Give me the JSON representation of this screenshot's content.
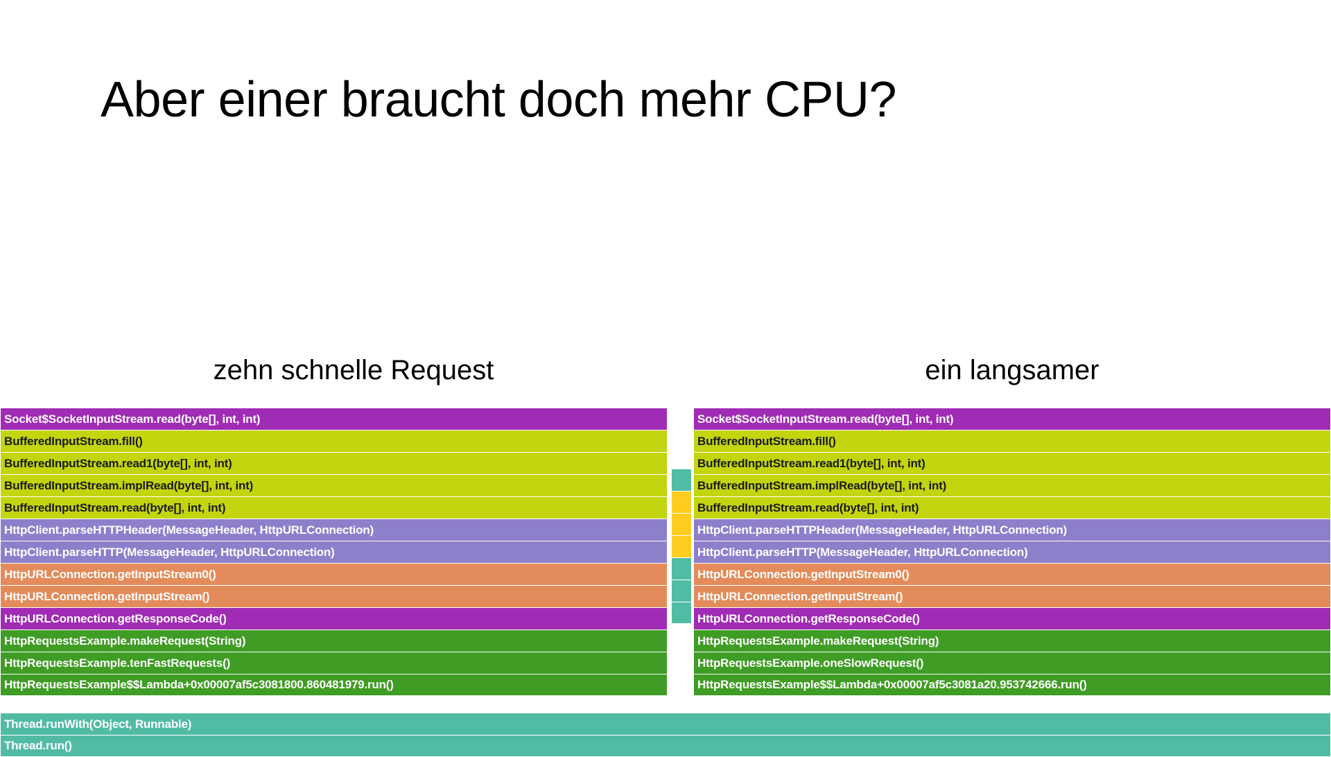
{
  "slide": {
    "title": "Aber einer braucht doch mehr CPU?",
    "caption_left": "zehn schnelle Request",
    "caption_right": "ein langsamer"
  },
  "colors": {
    "purple": "#a02bb5",
    "lime": "#c3d50e",
    "violet": "#8e7fcb",
    "orange": "#e38b5a",
    "green": "#3f9c24",
    "teal": "#52bba4",
    "yellow": "#ffcc20",
    "background": "#ffffff",
    "text_dark": "#1a1a1a",
    "text_light": "#ffffff"
  },
  "chart_data": {
    "type": "table",
    "title": "Aber einer braucht doch mehr CPU?",
    "description": "Two side-by-side flame graphs comparing ten fast HTTP requests against one slow HTTP request",
    "columns": [
      {
        "name": "zehn schnelle Request",
        "frames": [
          {
            "label": "Socket$SocketInputStream.read(byte[], int, int)",
            "color": "purple"
          },
          {
            "label": "BufferedInputStream.fill()",
            "color": "lime"
          },
          {
            "label": "BufferedInputStream.read1(byte[], int, int)",
            "color": "lime"
          },
          {
            "label": "BufferedInputStream.implRead(byte[], int, int)",
            "color": "lime"
          },
          {
            "label": "BufferedInputStream.read(byte[], int, int)",
            "color": "lime"
          },
          {
            "label": "HttpClient.parseHTTPHeader(MessageHeader, HttpURLConnection)",
            "color": "violet"
          },
          {
            "label": "HttpClient.parseHTTP(MessageHeader, HttpURLConnection)",
            "color": "violet"
          },
          {
            "label": "HttpURLConnection.getInputStream0()",
            "color": "orange"
          },
          {
            "label": "HttpURLConnection.getInputStream()",
            "color": "orange"
          },
          {
            "label": "HttpURLConnection.getResponseCode()",
            "color": "purple"
          },
          {
            "label": "HttpRequestsExample.makeRequest(String)",
            "color": "green"
          },
          {
            "label": "HttpRequestsExample.tenFastRequests()",
            "color": "green"
          },
          {
            "label": "HttpRequestsExample$$Lambda+0x00007af5c3081800.860481979.run()",
            "color": "green"
          }
        ]
      },
      {
        "name": "middle-narrow-frames",
        "frames": [
          {
            "label": "",
            "color": "teal"
          },
          {
            "label": "",
            "color": "yellow"
          },
          {
            "label": "",
            "color": "yellow"
          },
          {
            "label": "",
            "color": "yellow"
          },
          {
            "label": "",
            "color": "teal"
          },
          {
            "label": "",
            "color": "teal"
          },
          {
            "label": "",
            "color": "teal"
          }
        ]
      },
      {
        "name": "ein langsamer",
        "frames": [
          {
            "label": "Socket$SocketInputStream.read(byte[], int, int)",
            "color": "purple"
          },
          {
            "label": "BufferedInputStream.fill()",
            "color": "lime"
          },
          {
            "label": "BufferedInputStream.read1(byte[], int, int)",
            "color": "lime"
          },
          {
            "label": "BufferedInputStream.implRead(byte[], int, int)",
            "color": "lime"
          },
          {
            "label": "BufferedInputStream.read(byte[], int, int)",
            "color": "lime"
          },
          {
            "label": "HttpClient.parseHTTPHeader(MessageHeader, HttpURLConnection)",
            "color": "violet"
          },
          {
            "label": "HttpClient.parseHTTP(MessageHeader, HttpURLConnection)",
            "color": "violet"
          },
          {
            "label": "HttpURLConnection.getInputStream0()",
            "color": "orange"
          },
          {
            "label": "HttpURLConnection.getInputStream()",
            "color": "orange"
          },
          {
            "label": "HttpURLConnection.getResponseCode()",
            "color": "purple"
          },
          {
            "label": "HttpRequestsExample.makeRequest(String)",
            "color": "green"
          },
          {
            "label": "HttpRequestsExample.oneSlowRequest()",
            "color": "green"
          },
          {
            "label": "HttpRequestsExample$$Lambda+0x00007af5c3081a20.953742666.run()",
            "color": "green"
          }
        ]
      },
      {
        "name": "shared-base",
        "frames": [
          {
            "label": "Thread.runWith(Object, Runnable)",
            "color": "teal"
          },
          {
            "label": "Thread.run()",
            "color": "teal"
          }
        ]
      }
    ]
  }
}
